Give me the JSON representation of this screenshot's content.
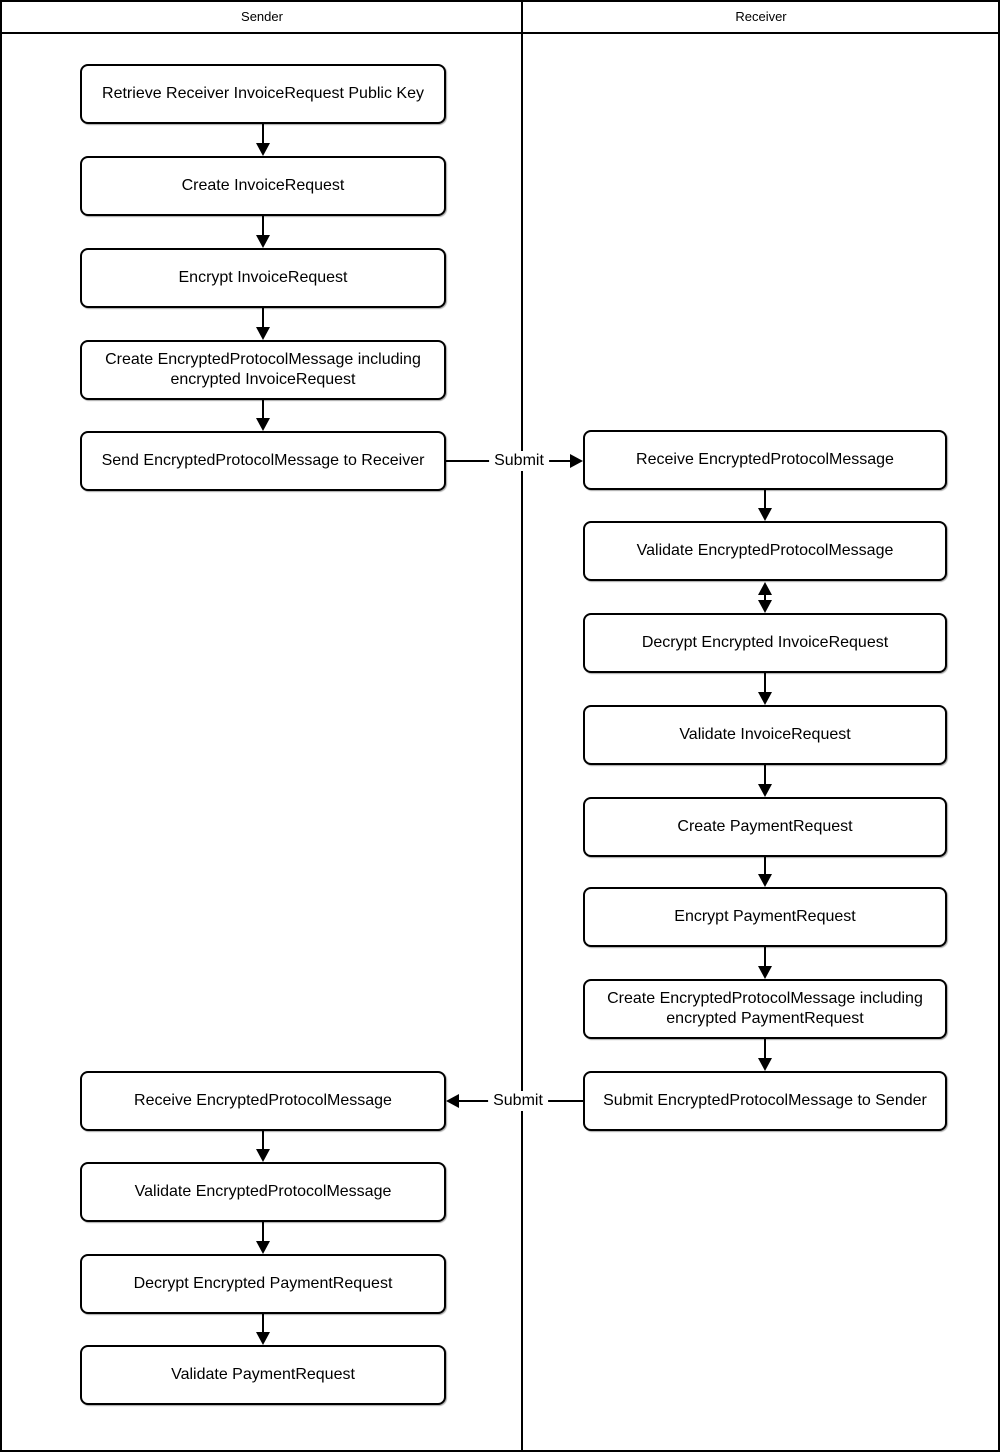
{
  "header": {
    "sender_lane": "Sender",
    "receiver_lane": "Receiver"
  },
  "sender_steps": [
    "Retrieve Receiver InvoiceRequest Public Key",
    "Create InvoiceRequest",
    "Encrypt InvoiceRequest",
    "Create EncryptedProtocolMessage including encrypted InvoiceRequest",
    "Send EncryptedProtocolMessage to Receiver",
    "Receive EncryptedProtocolMessage",
    "Validate EncryptedProtocolMessage",
    "Decrypt Encrypted PaymentRequest",
    "Validate PaymentRequest"
  ],
  "receiver_steps": [
    "Receive EncryptedProtocolMessage",
    "Validate EncryptedProtocolMessage",
    "Decrypt Encrypted InvoiceRequest",
    "Validate InvoiceRequest",
    "Create PaymentRequest",
    "Encrypt PaymentRequest",
    "Create EncryptedProtocolMessage including encrypted PaymentRequest",
    "Submit EncryptedProtocolMessage to Sender"
  ],
  "labels": {
    "submit_to_receiver": "Submit",
    "submit_to_sender": "Submit"
  },
  "colors": {
    "line": "#000000",
    "background": "#ffffff",
    "text": "#000000"
  }
}
